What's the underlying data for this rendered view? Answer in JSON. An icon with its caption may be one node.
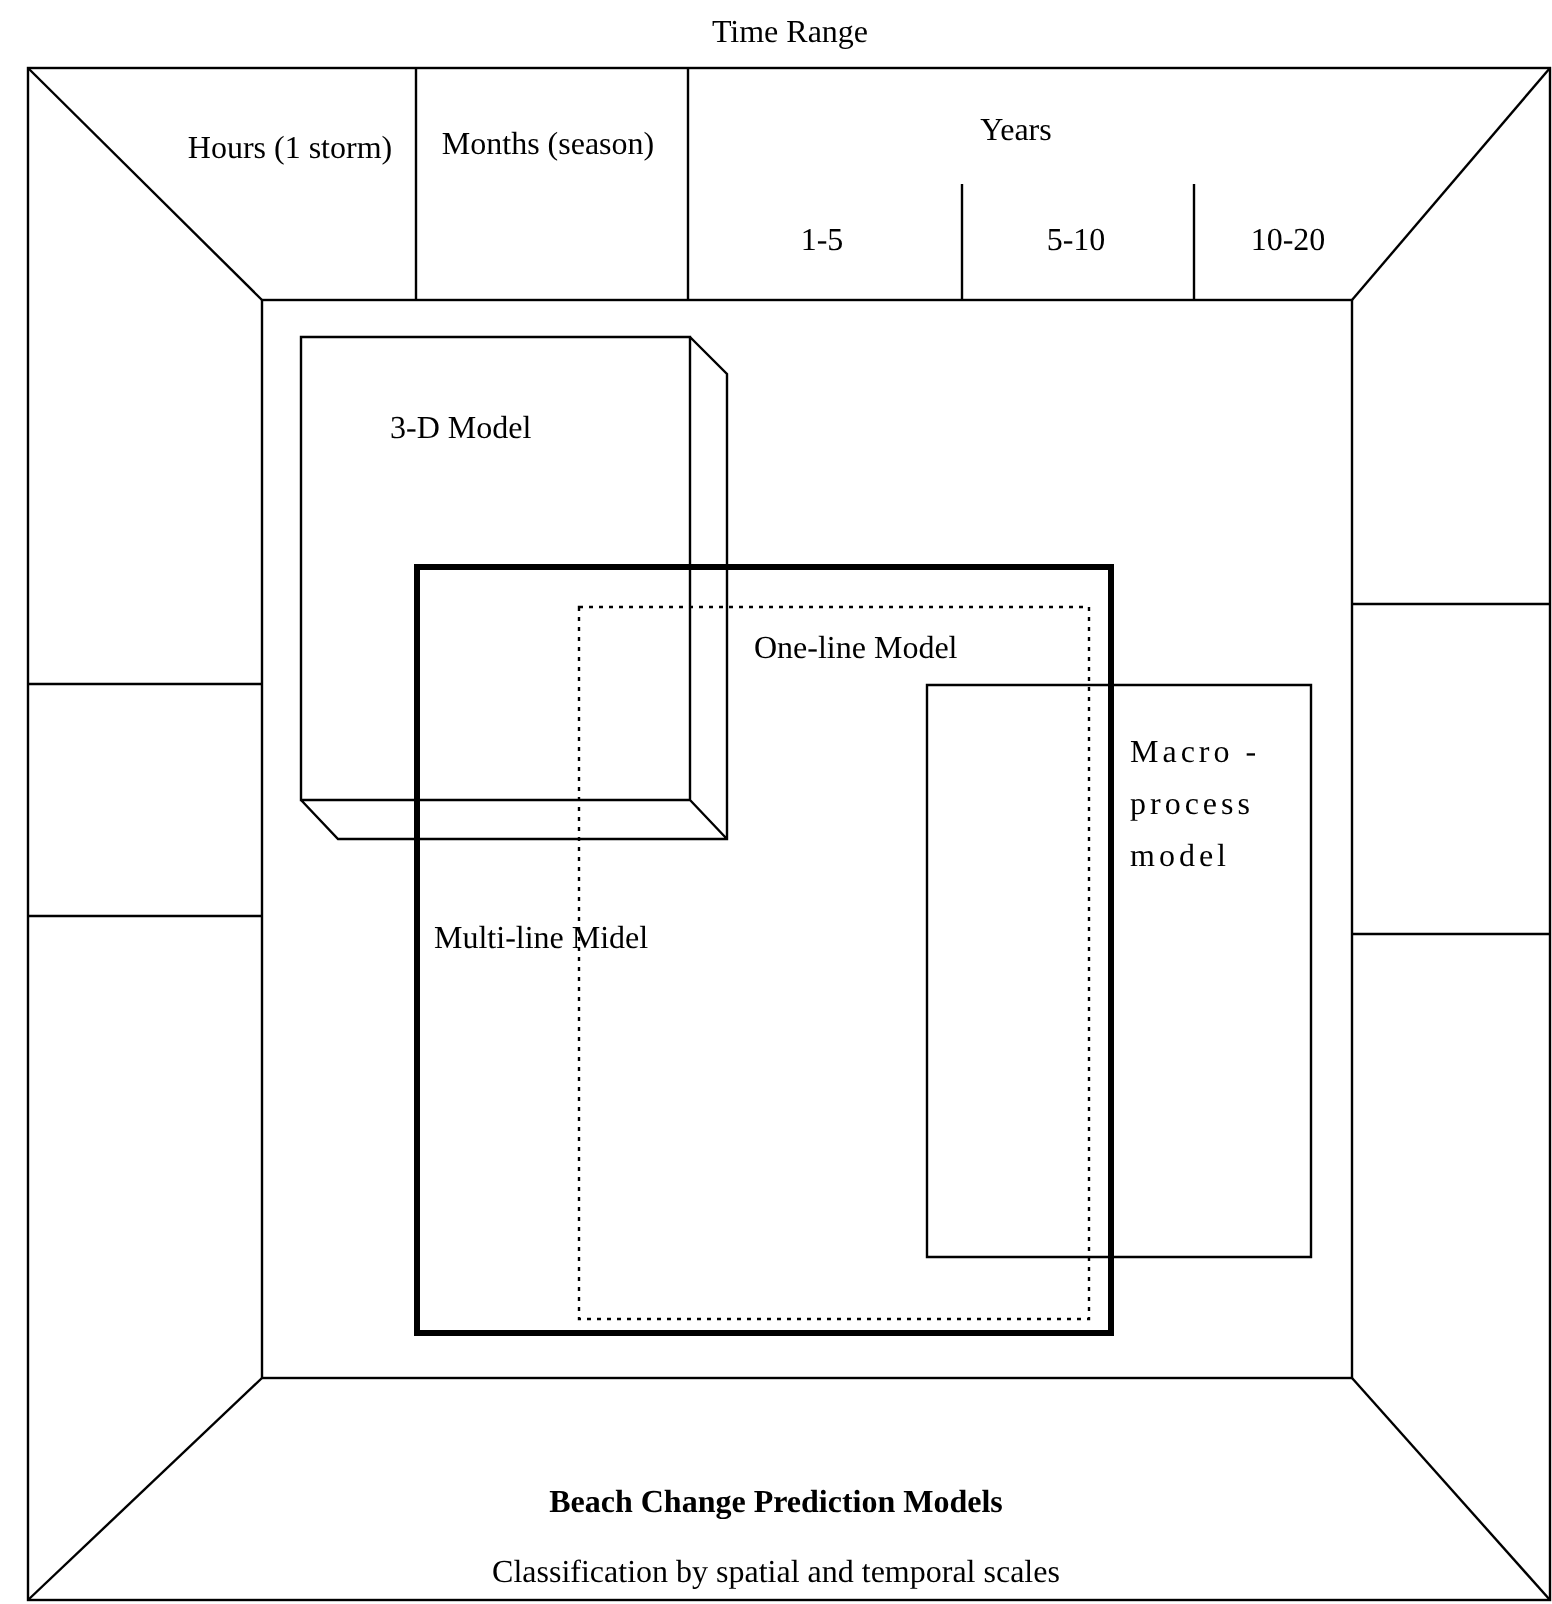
{
  "diagram": {
    "title": "Beach Change Prediction Models",
    "caption": "Classification by spatial and temporal scales",
    "nodes": [
      {
        "text": [
          "3-D Model"
        ]
      },
      {
        "text": [
          "Multi-line Midel"
        ]
      },
      {
        "text": [
          "One-line Model"
        ],
        "in": 1
      },
      {
        "text": [
          "Macro - process model"
        ]
      }
    ],
    "labels": [
      "Time Range",
      "Hours (1 storm)",
      "Months (season)",
      "Years",
      "1-5",
      "5-10",
      "10-20"
    ]
  }
}
